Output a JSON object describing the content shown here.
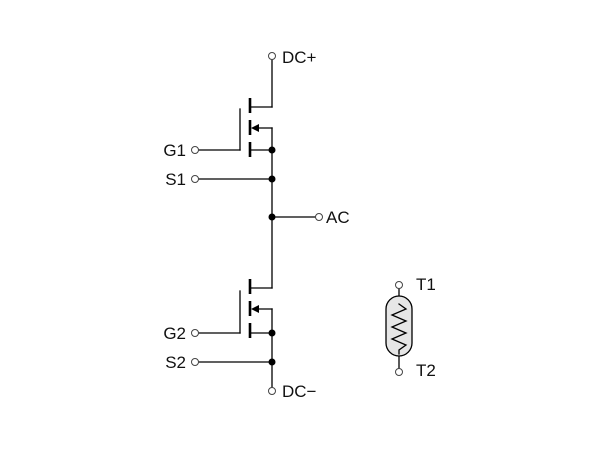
{
  "labels": {
    "dc_plus": "DC+",
    "dc_minus": "DC−",
    "ac": "AC",
    "g1": "G1",
    "s1": "S1",
    "g2": "G2",
    "s2": "S2",
    "t1": "T1",
    "t2": "T2"
  },
  "colors": {
    "line": "#000000",
    "terminal_fill": "#ffffff",
    "thermistor_fill": "#e6e6e6",
    "background": "#ffffff"
  }
}
